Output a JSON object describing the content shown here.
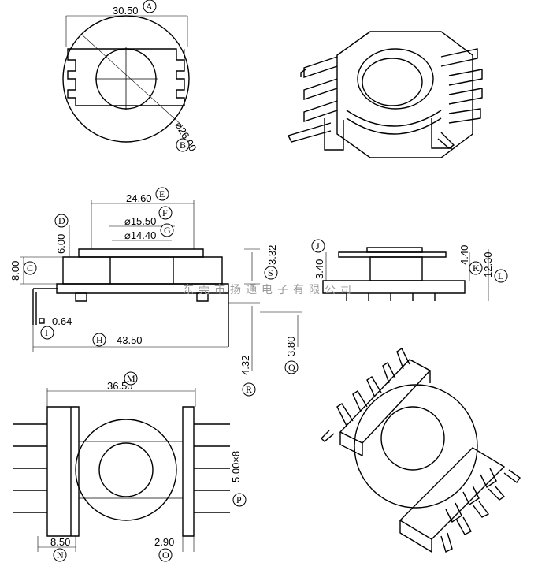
{
  "dimensions": {
    "top_width": "30.50",
    "circle_diameter": "⌀26.00",
    "flange_width": "24.60",
    "inner_d1": "⌀15.50",
    "inner_d2": "⌀14.40",
    "upper_height": "6.00",
    "total_height": "8.00",
    "pin_offset": "3.32",
    "pin_size": "0.64",
    "total_length": "43.50",
    "lower_pin": "3.80",
    "pin_len": "4.32",
    "side_height": "3.40",
    "side_total": "4.40",
    "overall": "12.30",
    "bottom_width": "36.50",
    "pitch": "5.00×8",
    "left_depth": "8.50",
    "right_thick": "2.90"
  },
  "labels": {
    "A": "A",
    "B": "B",
    "C": "C",
    "D": "D",
    "E": "E",
    "F": "F",
    "G": "G",
    "H": "H",
    "I": "I",
    "J": "J",
    "K": "K",
    "L": "L",
    "M": "M",
    "N": "N",
    "O": "O",
    "P": "P",
    "Q": "Q",
    "R": "R",
    "S": "S"
  },
  "watermark": "东莞市扬通电子有限公司"
}
